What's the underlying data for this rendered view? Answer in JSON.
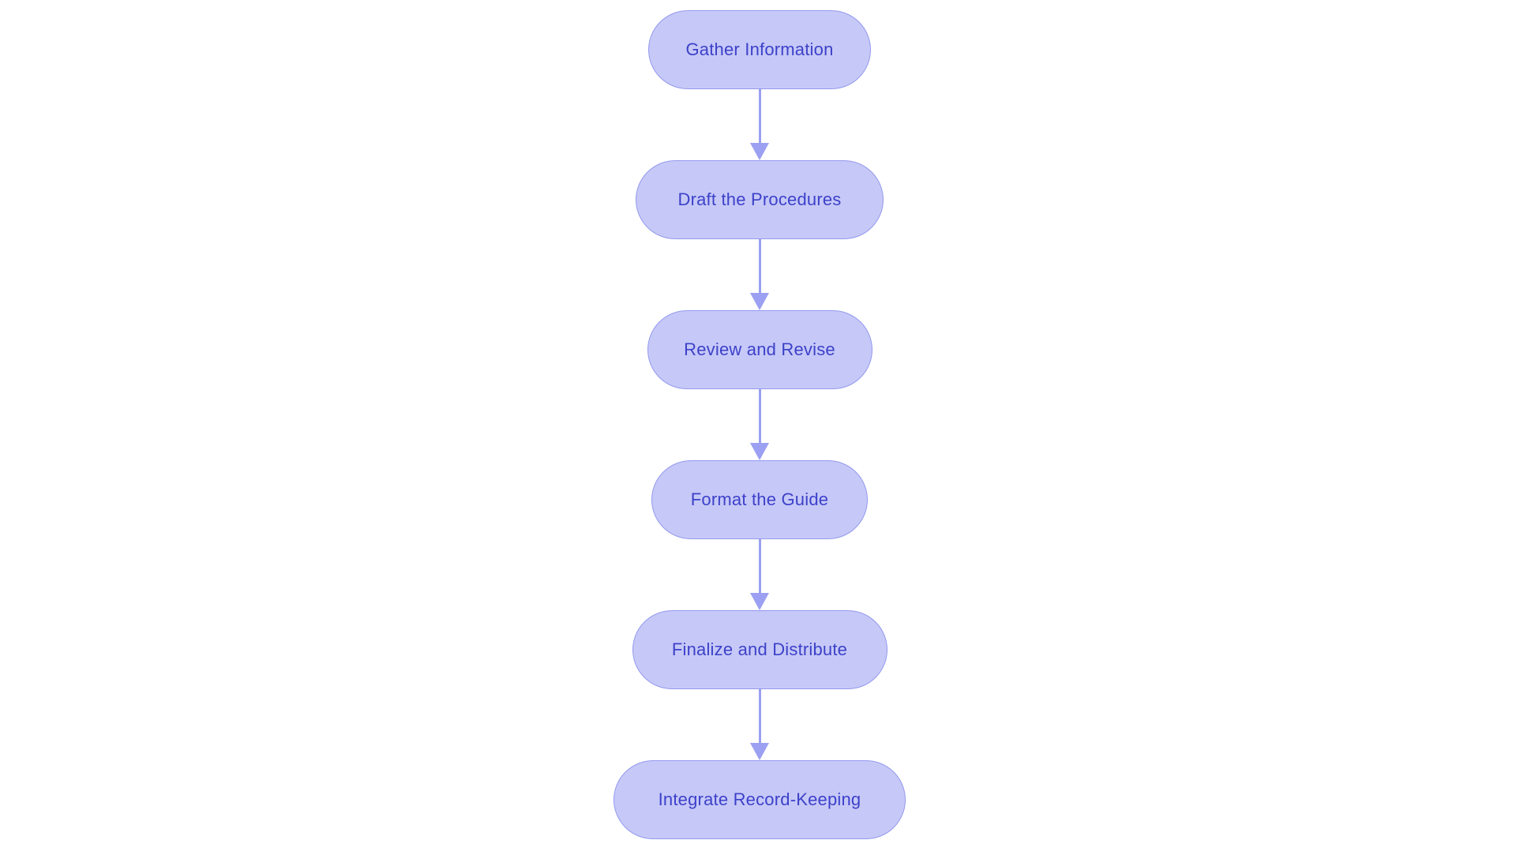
{
  "diagram": {
    "type": "flowchart",
    "direction": "top-to-bottom",
    "colors": {
      "background": "#ffffff",
      "node_fill": "#c6c9f7",
      "node_border": "#9399ee",
      "node_text": "#3d41c9",
      "arrow": "#9ba0f2"
    },
    "nodes": [
      {
        "id": "gather-information",
        "label": "Gather Information"
      },
      {
        "id": "draft-the-procedures",
        "label": "Draft the Procedures"
      },
      {
        "id": "review-and-revise",
        "label": "Review and Revise"
      },
      {
        "id": "format-the-guide",
        "label": "Format the Guide"
      },
      {
        "id": "finalize-and-distribute",
        "label": "Finalize and Distribute"
      },
      {
        "id": "integrate-record-keeping",
        "label": "Integrate Record-Keeping"
      }
    ],
    "edges": [
      {
        "from": "gather-information",
        "to": "draft-the-procedures"
      },
      {
        "from": "draft-the-procedures",
        "to": "review-and-revise"
      },
      {
        "from": "review-and-revise",
        "to": "format-the-guide"
      },
      {
        "from": "format-the-guide",
        "to": "finalize-and-distribute"
      },
      {
        "from": "finalize-and-distribute",
        "to": "integrate-record-keeping"
      }
    ]
  }
}
